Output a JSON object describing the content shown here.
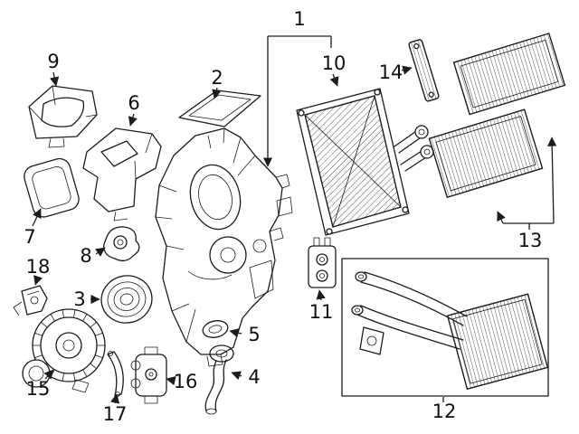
{
  "diagram": {
    "background_color": "#ffffff",
    "line_color": "#1c1c1c",
    "callouts": [
      {
        "part": "1"
      },
      {
        "part": "2"
      },
      {
        "part": "3"
      },
      {
        "part": "4"
      },
      {
        "part": "5"
      },
      {
        "part": "6"
      },
      {
        "part": "7"
      },
      {
        "part": "8"
      },
      {
        "part": "9"
      },
      {
        "part": "10"
      },
      {
        "part": "11"
      },
      {
        "part": "12"
      },
      {
        "part": "13"
      },
      {
        "part": "14"
      },
      {
        "part": "15"
      },
      {
        "part": "16"
      },
      {
        "part": "17"
      },
      {
        "part": "18"
      }
    ]
  }
}
